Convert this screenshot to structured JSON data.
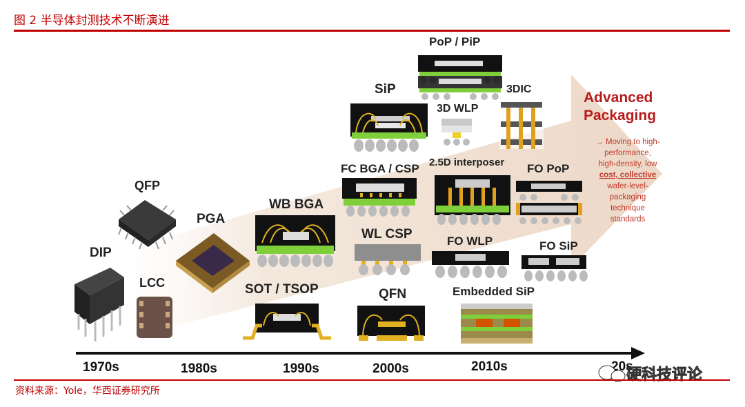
{
  "figure": {
    "title": "图 2   半导体封测技术不断演进",
    "source": "资料来源：Yole，华西证券研究所"
  },
  "timeline": {
    "decades": [
      "1970s",
      "1980s",
      "1990s",
      "2000s",
      "2010s",
      "20s"
    ]
  },
  "packages": {
    "dip": "DIP",
    "lcc": "LCC",
    "qfp": "QFP",
    "pga": "PGA",
    "wb_bga": "WB BGA",
    "sot_tsop": "SOT / TSOP",
    "sip": "SiP",
    "fc_bga_csp": "FC BGA / CSP",
    "wl_csp": "WL CSP",
    "qfn": "QFN",
    "pop_pip": "PoP / PiP",
    "wlp_3d": "3D WLP",
    "dic_3d": "3DIC",
    "interposer_25d": "2.5D interposer",
    "fo_wlp": "FO WLP",
    "embedded_sip": "Embedded SiP",
    "fo_pop": "FO PoP",
    "fo_sip": "FO SiP"
  },
  "advanced": {
    "title_line1": "Advanced",
    "title_line2": "Packaging",
    "note_lines": [
      "→ Moving to high-",
      "performance,",
      "high-density, low",
      "cost, collective",
      "wafer-level-",
      "packaging",
      "technique",
      "standards"
    ]
  },
  "watermark": "硬科技评论",
  "colors": {
    "accent_red": "#c00000",
    "arrow_fill": "#f2e4d8",
    "advanced_red": "#b71c1c",
    "wire_gold": "#e0b020",
    "substrate_green": "#7fcf3a"
  }
}
